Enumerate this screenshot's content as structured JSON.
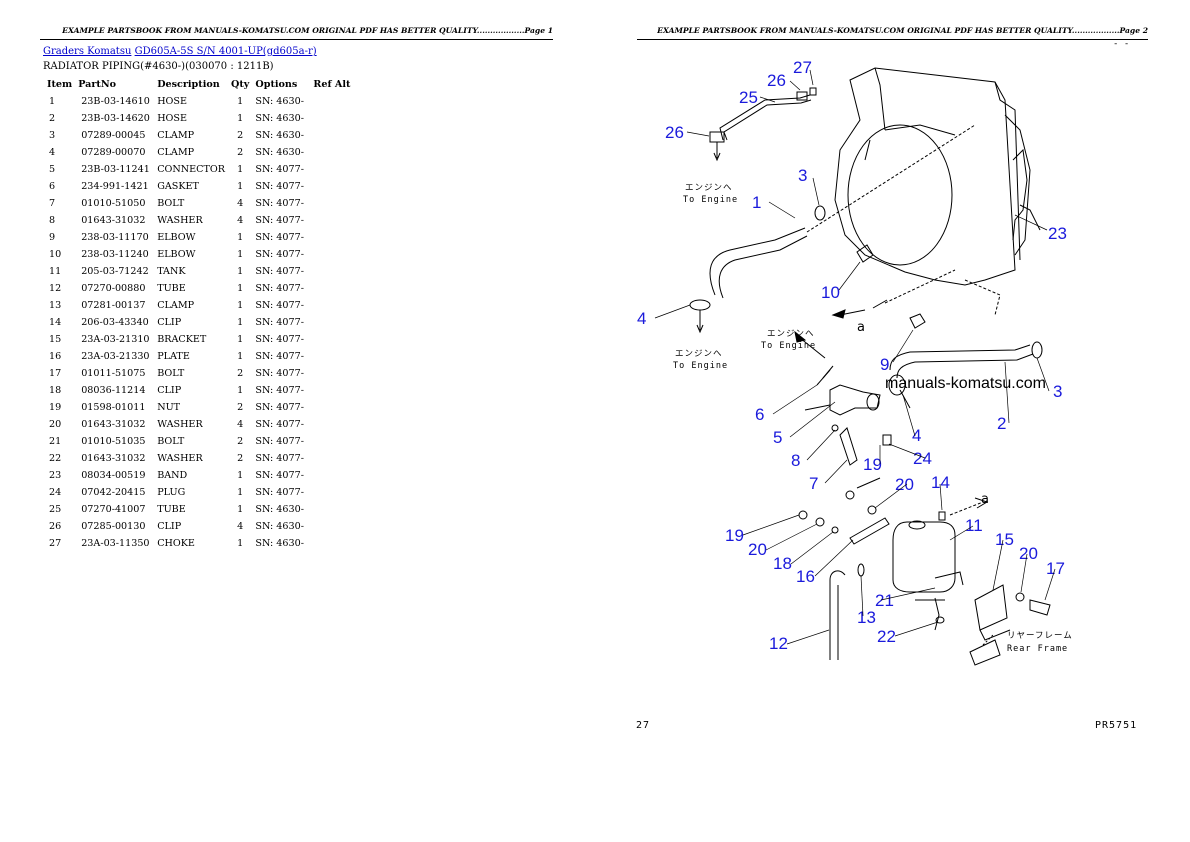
{
  "header_text_page1": "EXAMPLE PARTSBOOK FROM MANUALS-KOMATSU.COM ORIGINAL PDF HAS BETTER QUALITY..................Page 1",
  "header_text_page2": "EXAMPLE PARTSBOOK FROM MANUALS-KOMATSU.COM ORIGINAL PDF HAS BETTER QUALITY..................Page 2",
  "breadcrumb": {
    "link1": "Graders Komatsu",
    "link2": "GD605A-5S S/N 4001-UP(gd605a-r)"
  },
  "section_title": "RADIATOR PIPING(#4630-)(030070 : 1211B)",
  "table": {
    "headers": [
      "Item",
      "PartNo",
      "Description",
      "Qty",
      "Options",
      "Ref Alt"
    ],
    "rows": [
      [
        "1",
        "23B-03-14610",
        "HOSE",
        "1",
        "SN: 4630-"
      ],
      [
        "2",
        "23B-03-14620",
        "HOSE",
        "1",
        "SN: 4630-"
      ],
      [
        "3",
        "07289-00045",
        "CLAMP",
        "2",
        "SN: 4630-"
      ],
      [
        "4",
        "07289-00070",
        "CLAMP",
        "2",
        "SN: 4630-"
      ],
      [
        "5",
        "23B-03-11241",
        "CONNECTOR",
        "1",
        "SN: 4077-"
      ],
      [
        "6",
        "234-991-1421",
        "GASKET",
        "1",
        "SN: 4077-"
      ],
      [
        "7",
        "01010-51050",
        "BOLT",
        "4",
        "SN: 4077-"
      ],
      [
        "8",
        "01643-31032",
        "WASHER",
        "4",
        "SN: 4077-"
      ],
      [
        "9",
        "238-03-11170",
        "ELBOW",
        "1",
        "SN: 4077-"
      ],
      [
        "10",
        "238-03-11240",
        "ELBOW",
        "1",
        "SN: 4077-"
      ],
      [
        "11",
        "205-03-71242",
        "TANK",
        "1",
        "SN: 4077-"
      ],
      [
        "12",
        "07270-00880",
        "TUBE",
        "1",
        "SN: 4077-"
      ],
      [
        "13",
        "07281-00137",
        "CLAMP",
        "1",
        "SN: 4077-"
      ],
      [
        "14",
        "206-03-43340",
        "CLIP",
        "1",
        "SN: 4077-"
      ],
      [
        "15",
        "23A-03-21310",
        "BRACKET",
        "1",
        "SN: 4077-"
      ],
      [
        "16",
        "23A-03-21330",
        "PLATE",
        "1",
        "SN: 4077-"
      ],
      [
        "17",
        "01011-51075",
        "BOLT",
        "2",
        "SN: 4077-"
      ],
      [
        "18",
        "08036-11214",
        "CLIP",
        "1",
        "SN: 4077-"
      ],
      [
        "19",
        "01598-01011",
        "NUT",
        "2",
        "SN: 4077-"
      ],
      [
        "20",
        "01643-31032",
        "WASHER",
        "4",
        "SN: 4077-"
      ],
      [
        "21",
        "01010-51035",
        "BOLT",
        "2",
        "SN: 4077-"
      ],
      [
        "22",
        "01643-31032",
        "WASHER",
        "2",
        "SN: 4077-"
      ],
      [
        "23",
        "08034-00519",
        "BAND",
        "1",
        "SN: 4077-"
      ],
      [
        "24",
        "07042-20415",
        "PLUG",
        "1",
        "SN: 4077-"
      ],
      [
        "25",
        "07270-41007",
        "TUBE",
        "1",
        "SN: 4630-"
      ],
      [
        "26",
        "07285-00130",
        "CLIP",
        "4",
        "SN: 4630-"
      ],
      [
        "27",
        "23A-03-11350",
        "CHOKE",
        "1",
        "SN: 4630-"
      ]
    ]
  },
  "diagram": {
    "jp_engine": "エンジンへ",
    "to_engine": "To Engine",
    "jp_rear_frame": "リヤーフレーム",
    "rear_frame": "Rear Frame",
    "arrow_letter": "a",
    "watermark": "manuals-komatsu.com",
    "callouts": [
      "27",
      "26",
      "25",
      "26",
      "3",
      "1",
      "23",
      "10",
      "4",
      "9",
      "3",
      "2",
      "6",
      "5",
      "4",
      "8",
      "19",
      "24",
      "7",
      "20",
      "14",
      "19",
      "20",
      "18",
      "16",
      "11",
      "15",
      "20",
      "17",
      "21",
      "13",
      "22",
      "12"
    ]
  },
  "corner_mark": "- -",
  "footer": {
    "page_no": "27",
    "code": "PR5751"
  }
}
